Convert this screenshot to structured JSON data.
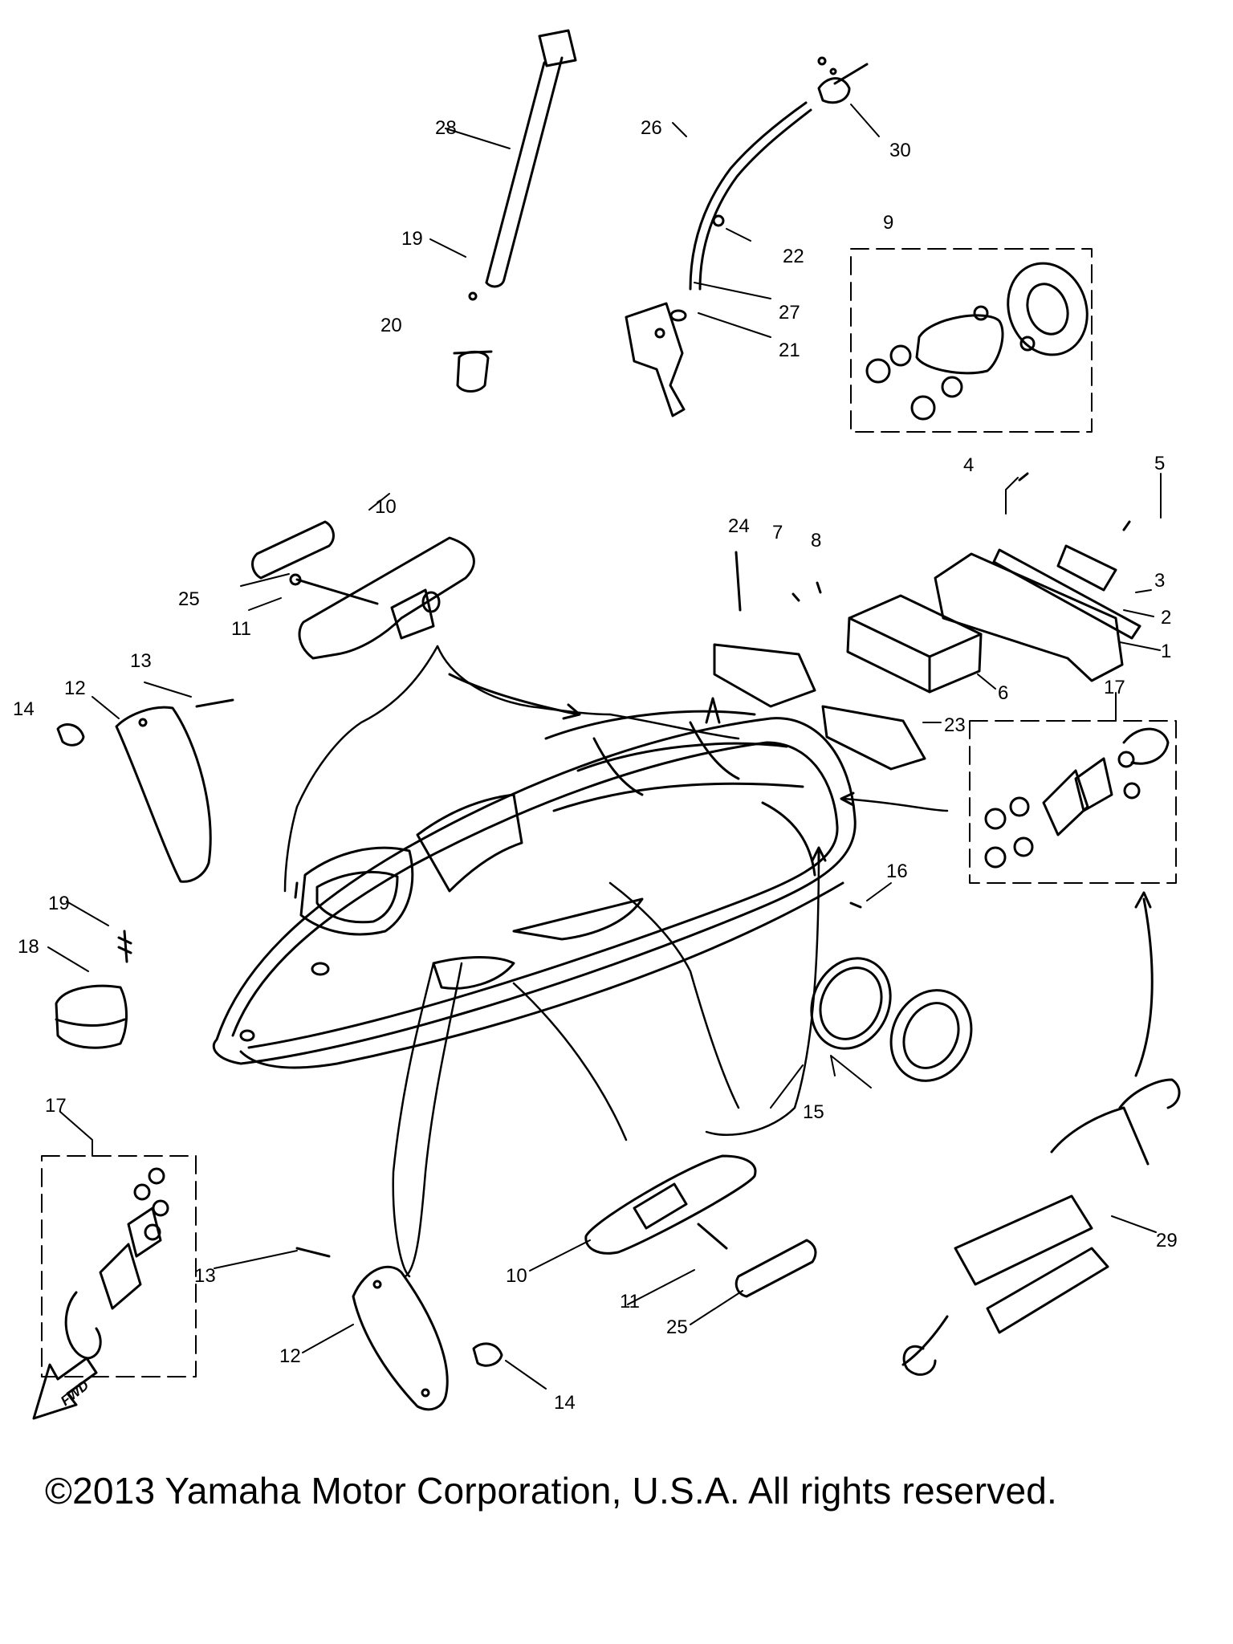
{
  "callouts": [
    "1",
    "2",
    "3",
    "4",
    "5",
    "6",
    "7",
    "8",
    "9",
    "10",
    "10",
    "11",
    "11",
    "12",
    "12",
    "13",
    "13",
    "14",
    "14",
    "15",
    "16",
    "17",
    "17",
    "18",
    "19",
    "19",
    "20",
    "21",
    "22",
    "23",
    "24",
    "25",
    "25",
    "26",
    "27",
    "28",
    "29",
    "30"
  ],
  "fwd_label": "FWD",
  "copyright": "©2013 Yamaha Motor Corporation, U.S.A. All rights reserved.",
  "colors": {
    "ink": "#000000",
    "paper": "#ffffff"
  }
}
